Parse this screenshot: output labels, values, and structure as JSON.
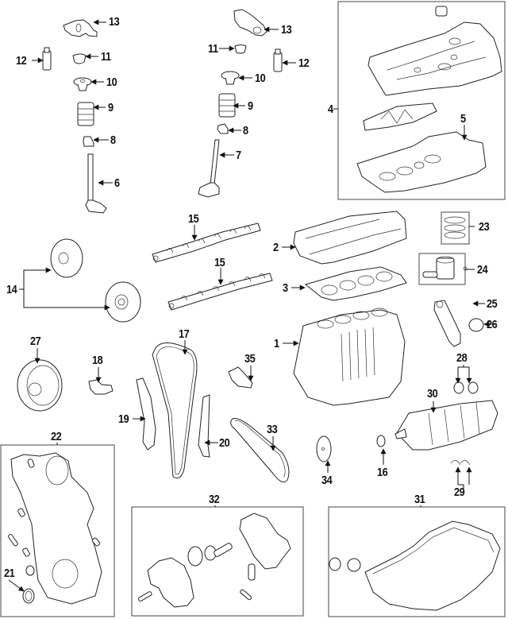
{
  "diagram": {
    "title": "Engine components exploded parts diagram",
    "callouts": [
      {
        "id": "1",
        "label": "1",
        "part": "engine-block"
      },
      {
        "id": "2",
        "label": "2",
        "part": "cylinder-head"
      },
      {
        "id": "3",
        "label": "3",
        "part": "head-gasket"
      },
      {
        "id": "4",
        "label": "4",
        "part": "valve-cover-assembly"
      },
      {
        "id": "5",
        "label": "5",
        "part": "valve-cover-gasket"
      },
      {
        "id": "6",
        "label": "6",
        "part": "intake-valve"
      },
      {
        "id": "7",
        "label": "7",
        "part": "exhaust-valve"
      },
      {
        "id": "8a",
        "label": "8",
        "part": "valve-stem-seal"
      },
      {
        "id": "8b",
        "label": "8",
        "part": "valve-stem-seal"
      },
      {
        "id": "9a",
        "label": "9",
        "part": "valve-spring"
      },
      {
        "id": "9b",
        "label": "9",
        "part": "valve-spring"
      },
      {
        "id": "10a",
        "label": "10",
        "part": "spring-retainer"
      },
      {
        "id": "10b",
        "label": "10",
        "part": "spring-retainer"
      },
      {
        "id": "11a",
        "label": "11",
        "part": "valve-keeper"
      },
      {
        "id": "11b",
        "label": "11",
        "part": "valve-keeper"
      },
      {
        "id": "12a",
        "label": "12",
        "part": "lash-adjuster"
      },
      {
        "id": "12b",
        "label": "12",
        "part": "lash-adjuster"
      },
      {
        "id": "13a",
        "label": "13",
        "part": "rocker-arm"
      },
      {
        "id": "13b",
        "label": "13",
        "part": "rocker-arm"
      },
      {
        "id": "14",
        "label": "14",
        "part": "cam-sprockets"
      },
      {
        "id": "15a",
        "label": "15",
        "part": "camshaft"
      },
      {
        "id": "15b",
        "label": "15",
        "part": "camshaft"
      },
      {
        "id": "16",
        "label": "16",
        "part": "crank-sprocket"
      },
      {
        "id": "17",
        "label": "17",
        "part": "timing-chain"
      },
      {
        "id": "18",
        "label": "18",
        "part": "chain-tensioner"
      },
      {
        "id": "19",
        "label": "19",
        "part": "tensioner-guide"
      },
      {
        "id": "20",
        "label": "20",
        "part": "chain-guide"
      },
      {
        "id": "21",
        "label": "21",
        "part": "front-seal"
      },
      {
        "id": "22",
        "label": "22",
        "part": "timing-cover"
      },
      {
        "id": "23",
        "label": "23",
        "part": "piston-rings"
      },
      {
        "id": "24",
        "label": "24",
        "part": "piston"
      },
      {
        "id": "25",
        "label": "25",
        "part": "connecting-rod"
      },
      {
        "id": "26",
        "label": "26",
        "part": "rod-bearing"
      },
      {
        "id": "27",
        "label": "27",
        "part": "crank-pulley"
      },
      {
        "id": "28",
        "label": "28",
        "part": "main-bearings"
      },
      {
        "id": "29",
        "label": "29",
        "part": "thrust-washers"
      },
      {
        "id": "30",
        "label": "30",
        "part": "crankshaft"
      },
      {
        "id": "31",
        "label": "31",
        "part": "oil-pan"
      },
      {
        "id": "32",
        "label": "32",
        "part": "oil-pump"
      },
      {
        "id": "33",
        "label": "33",
        "part": "balance-chain"
      },
      {
        "id": "34",
        "label": "34",
        "part": "balance-gear"
      },
      {
        "id": "35",
        "label": "35",
        "part": "chain-guide-upper"
      }
    ]
  }
}
